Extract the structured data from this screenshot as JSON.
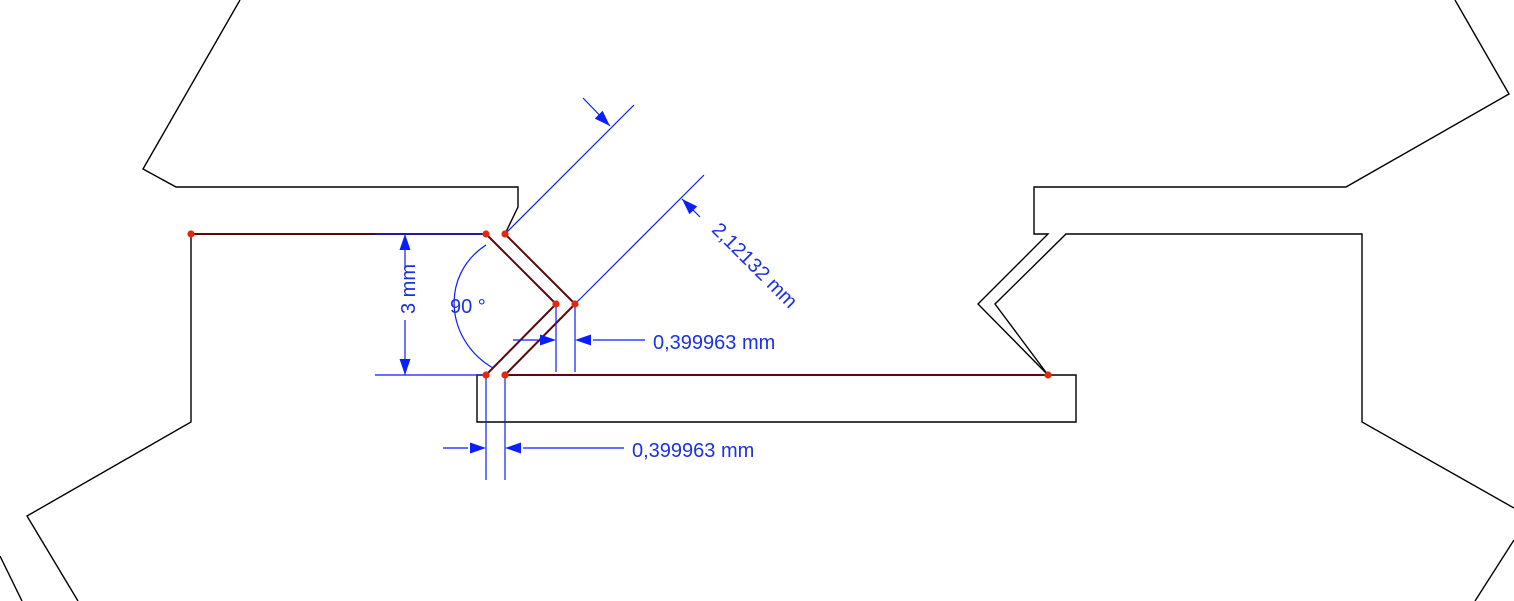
{
  "colors": {
    "outline": "#000000",
    "selected_edge": "#5a0a0a",
    "vertex": "#e02a10",
    "dimension": "#0a1eff",
    "dimension_text": "#1a32e0"
  },
  "dimensions": {
    "height": "3 mm",
    "angle": "90 °",
    "diagonal": "2,12132 mm",
    "offset_upper": "0,399963 mm",
    "offset_lower": "0,399963 mm"
  }
}
